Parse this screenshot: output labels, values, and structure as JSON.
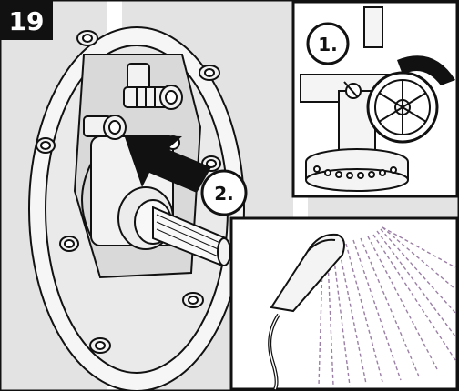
{
  "step": {
    "number": "19"
  },
  "callouts": {
    "first": "1.",
    "second": "2."
  },
  "colors": {
    "tile": "#e3e3e3",
    "grout": "#ffffff",
    "line": "#111111",
    "spray": "#9b7fa6",
    "metal": "#f2f2f2"
  },
  "icons": [
    "valve-assembly-icon",
    "push-arrow-icon",
    "shutoff-valve-icon",
    "rotate-arrow-icon",
    "hand-shower-icon",
    "water-spray-icon"
  ]
}
